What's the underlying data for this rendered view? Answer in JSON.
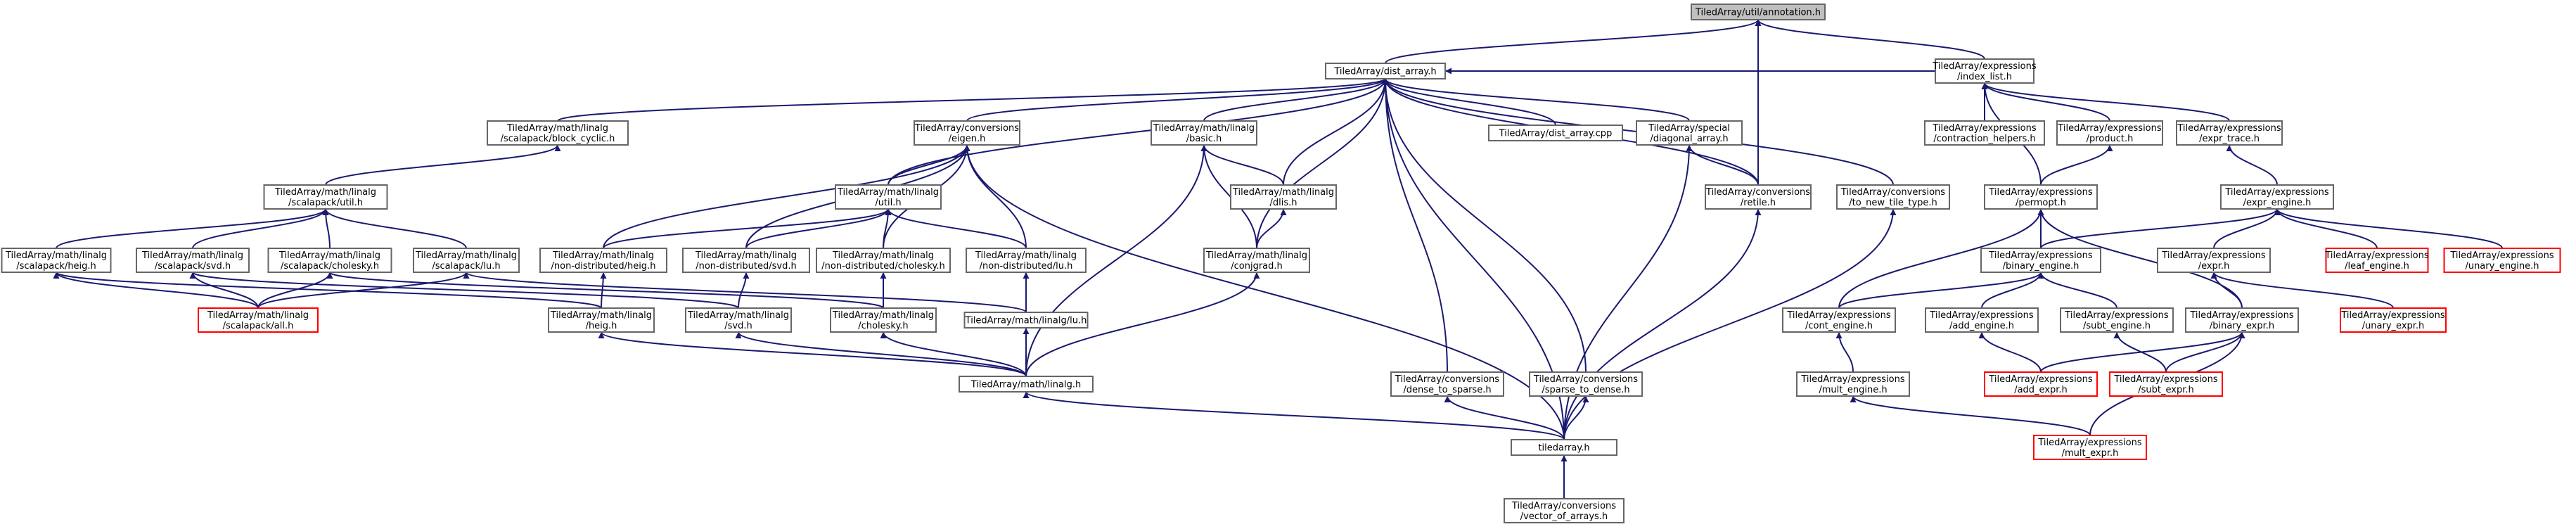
{
  "colors": {
    "edge": "#191970",
    "node_border": "#666666",
    "node_border_truncated": "#ff0000",
    "root_fill": "#bfbfbf",
    "node_fill": "#ffffff"
  },
  "nodes": [
    {
      "id": "root",
      "lines": [
        "TiledArray/util/annotation.h"
      ],
      "root": true
    },
    {
      "id": "dist_array",
      "lines": [
        "TiledArray/dist_array.h"
      ]
    },
    {
      "id": "index_list",
      "lines": [
        "TiledArray/expressions",
        "/index_list.h"
      ]
    },
    {
      "id": "block_cyclic",
      "lines": [
        "TiledArray/math/linalg",
        "/scalapack/block_cyclic.h"
      ]
    },
    {
      "id": "conv_eigen",
      "lines": [
        "TiledArray/conversions",
        "/eigen.h"
      ]
    },
    {
      "id": "basic",
      "lines": [
        "TiledArray/math/linalg",
        "/basic.h"
      ]
    },
    {
      "id": "dist_array_cpp",
      "lines": [
        "TiledArray/dist_array.cpp"
      ]
    },
    {
      "id": "diagonal_array",
      "lines": [
        "TiledArray/special",
        "/diagonal_array.h"
      ]
    },
    {
      "id": "contraction_helpers",
      "lines": [
        "TiledArray/expressions",
        "/contraction_helpers.h"
      ]
    },
    {
      "id": "product",
      "lines": [
        "TiledArray/expressions",
        "/product.h"
      ]
    },
    {
      "id": "expr_trace",
      "lines": [
        "TiledArray/expressions",
        "/expr_trace.h"
      ]
    },
    {
      "id": "sp_util",
      "lines": [
        "TiledArray/math/linalg",
        "/scalapack/util.h"
      ]
    },
    {
      "id": "linalg_util",
      "lines": [
        "TiledArray/math/linalg",
        "/util.h"
      ]
    },
    {
      "id": "dlis",
      "lines": [
        "TiledArray/math/linalg",
        "/dlis.h"
      ]
    },
    {
      "id": "retile",
      "lines": [
        "TiledArray/conversions",
        "/retile.h"
      ]
    },
    {
      "id": "to_new_tile_type",
      "lines": [
        "TiledArray/conversions",
        "/to_new_tile_type.h"
      ]
    },
    {
      "id": "permopt",
      "lines": [
        "TiledArray/expressions",
        "/permopt.h"
      ]
    },
    {
      "id": "expr_engine",
      "lines": [
        "TiledArray/expressions",
        "/expr_engine.h"
      ]
    },
    {
      "id": "sp_heig",
      "lines": [
        "TiledArray/math/linalg",
        "/scalapack/heig.h"
      ]
    },
    {
      "id": "sp_svd",
      "lines": [
        "TiledArray/math/linalg",
        "/scalapack/svd.h"
      ]
    },
    {
      "id": "sp_cholesky",
      "lines": [
        "TiledArray/math/linalg",
        "/scalapack/cholesky.h"
      ]
    },
    {
      "id": "sp_lu",
      "lines": [
        "TiledArray/math/linalg",
        "/scalapack/lu.h"
      ]
    },
    {
      "id": "nd_heig",
      "lines": [
        "TiledArray/math/linalg",
        "/non-distributed/heig.h"
      ]
    },
    {
      "id": "nd_svd",
      "lines": [
        "TiledArray/math/linalg",
        "/non-distributed/svd.h"
      ]
    },
    {
      "id": "nd_cholesky",
      "lines": [
        "TiledArray/math/linalg",
        "/non-distributed/cholesky.h"
      ]
    },
    {
      "id": "nd_lu",
      "lines": [
        "TiledArray/math/linalg",
        "/non-distributed/lu.h"
      ]
    },
    {
      "id": "conjgrad",
      "lines": [
        "TiledArray/math/linalg",
        "/conjgrad.h"
      ]
    },
    {
      "id": "binary_engine",
      "lines": [
        "TiledArray/expressions",
        "/binary_engine.h"
      ]
    },
    {
      "id": "expr",
      "lines": [
        "TiledArray/expressions",
        "/expr.h"
      ]
    },
    {
      "id": "leaf_engine",
      "lines": [
        "TiledArray/expressions",
        "/leaf_engine.h"
      ],
      "truncated": true
    },
    {
      "id": "unary_engine",
      "lines": [
        "TiledArray/expressions",
        "/unary_engine.h"
      ],
      "truncated": true
    },
    {
      "id": "sp_all",
      "lines": [
        "TiledArray/math/linalg",
        "/scalapack/all.h"
      ],
      "truncated": true
    },
    {
      "id": "heig",
      "lines": [
        "TiledArray/math/linalg",
        "/heig.h"
      ]
    },
    {
      "id": "svd",
      "lines": [
        "TiledArray/math/linalg",
        "/svd.h"
      ]
    },
    {
      "id": "cholesky",
      "lines": [
        "TiledArray/math/linalg",
        "/cholesky.h"
      ]
    },
    {
      "id": "lu",
      "lines": [
        "TiledArray/math/linalg/lu.h"
      ]
    },
    {
      "id": "cont_engine",
      "lines": [
        "TiledArray/expressions",
        "/cont_engine.h"
      ]
    },
    {
      "id": "add_engine",
      "lines": [
        "TiledArray/expressions",
        "/add_engine.h"
      ]
    },
    {
      "id": "subt_engine",
      "lines": [
        "TiledArray/expressions",
        "/subt_engine.h"
      ]
    },
    {
      "id": "binary_expr",
      "lines": [
        "TiledArray/expressions",
        "/binary_expr.h"
      ]
    },
    {
      "id": "unary_expr",
      "lines": [
        "TiledArray/expressions",
        "/unary_expr.h"
      ],
      "truncated": true
    },
    {
      "id": "linalg",
      "lines": [
        "TiledArray/math/linalg.h"
      ]
    },
    {
      "id": "dense_to_sparse",
      "lines": [
        "TiledArray/conversions",
        "/dense_to_sparse.h"
      ]
    },
    {
      "id": "sparse_to_dense",
      "lines": [
        "TiledArray/conversions",
        "/sparse_to_dense.h"
      ]
    },
    {
      "id": "mult_engine",
      "lines": [
        "TiledArray/expressions",
        "/mult_engine.h"
      ]
    },
    {
      "id": "add_expr",
      "lines": [
        "TiledArray/expressions",
        "/add_expr.h"
      ],
      "truncated": true
    },
    {
      "id": "subt_expr",
      "lines": [
        "TiledArray/expressions",
        "/subt_expr.h"
      ],
      "truncated": true
    },
    {
      "id": "tiledarray",
      "lines": [
        "tiledarray.h"
      ]
    },
    {
      "id": "mult_expr",
      "lines": [
        "TiledArray/expressions",
        "/mult_expr.h"
      ],
      "truncated": true
    },
    {
      "id": "vector_of_arrays",
      "lines": [
        "TiledArray/conversions",
        "/vector_of_arrays.h"
      ]
    }
  ],
  "edges": [
    [
      "dist_array",
      "root"
    ],
    [
      "retile",
      "root"
    ],
    [
      "index_list",
      "root"
    ],
    [
      "block_cyclic",
      "dist_array"
    ],
    [
      "conv_eigen",
      "dist_array"
    ],
    [
      "basic",
      "dist_array"
    ],
    [
      "dist_array_cpp",
      "dist_array"
    ],
    [
      "diagonal_array",
      "dist_array"
    ],
    [
      "retile",
      "dist_array"
    ],
    [
      "to_new_tile_type",
      "dist_array"
    ],
    [
      "linalg_util",
      "dist_array"
    ],
    [
      "dlis",
      "dist_array"
    ],
    [
      "conjgrad",
      "dist_array"
    ],
    [
      "dense_to_sparse",
      "dist_array"
    ],
    [
      "sparse_to_dense",
      "dist_array"
    ],
    [
      "tiledarray",
      "dist_array"
    ],
    [
      "index_list",
      "dist_array"
    ],
    [
      "contraction_helpers",
      "index_list"
    ],
    [
      "product",
      "index_list"
    ],
    [
      "expr_trace",
      "index_list"
    ],
    [
      "permopt",
      "index_list"
    ],
    [
      "sp_util",
      "block_cyclic"
    ],
    [
      "sp_heig",
      "sp_util"
    ],
    [
      "sp_svd",
      "sp_util"
    ],
    [
      "sp_cholesky",
      "sp_util"
    ],
    [
      "sp_lu",
      "sp_util"
    ],
    [
      "nd_heig",
      "conv_eigen"
    ],
    [
      "nd_svd",
      "conv_eigen"
    ],
    [
      "nd_cholesky",
      "conv_eigen"
    ],
    [
      "nd_lu",
      "conv_eigen"
    ],
    [
      "linalg_util",
      "conv_eigen"
    ],
    [
      "tiledarray",
      "conv_eigen"
    ],
    [
      "dlis",
      "basic"
    ],
    [
      "conjgrad",
      "basic"
    ],
    [
      "linalg",
      "basic"
    ],
    [
      "retile",
      "diagonal_array"
    ],
    [
      "tiledarray",
      "diagonal_array"
    ],
    [
      "nd_heig",
      "linalg_util"
    ],
    [
      "nd_svd",
      "linalg_util"
    ],
    [
      "nd_cholesky",
      "linalg_util"
    ],
    [
      "nd_lu",
      "linalg_util"
    ],
    [
      "conjgrad",
      "dlis"
    ],
    [
      "tiledarray",
      "retile"
    ],
    [
      "tiledarray",
      "to_new_tile_type"
    ],
    [
      "permopt",
      "product"
    ],
    [
      "expr_engine",
      "expr_trace"
    ],
    [
      "binary_engine",
      "permopt"
    ],
    [
      "cont_engine",
      "permopt"
    ],
    [
      "binary_expr",
      "permopt"
    ],
    [
      "binary_engine",
      "expr_engine"
    ],
    [
      "expr",
      "expr_engine"
    ],
    [
      "leaf_engine",
      "expr_engine"
    ],
    [
      "unary_engine",
      "expr_engine"
    ],
    [
      "sp_all",
      "sp_heig"
    ],
    [
      "sp_all",
      "sp_svd"
    ],
    [
      "sp_all",
      "sp_cholesky"
    ],
    [
      "sp_all",
      "sp_lu"
    ],
    [
      "heig",
      "sp_heig"
    ],
    [
      "svd",
      "sp_svd"
    ],
    [
      "cholesky",
      "sp_cholesky"
    ],
    [
      "lu",
      "sp_lu"
    ],
    [
      "heig",
      "nd_heig"
    ],
    [
      "svd",
      "nd_svd"
    ],
    [
      "cholesky",
      "nd_cholesky"
    ],
    [
      "lu",
      "nd_lu"
    ],
    [
      "linalg",
      "conjgrad"
    ],
    [
      "cont_engine",
      "binary_engine"
    ],
    [
      "add_engine",
      "binary_engine"
    ],
    [
      "subt_engine",
      "binary_engine"
    ],
    [
      "binary_expr",
      "expr"
    ],
    [
      "unary_expr",
      "expr"
    ],
    [
      "linalg",
      "heig"
    ],
    [
      "linalg",
      "svd"
    ],
    [
      "linalg",
      "cholesky"
    ],
    [
      "linalg",
      "lu"
    ],
    [
      "mult_engine",
      "cont_engine"
    ],
    [
      "add_expr",
      "add_engine"
    ],
    [
      "subt_expr",
      "subt_engine"
    ],
    [
      "add_expr",
      "binary_expr"
    ],
    [
      "subt_expr",
      "binary_expr"
    ],
    [
      "mult_expr",
      "binary_expr"
    ],
    [
      "tiledarray",
      "linalg"
    ],
    [
      "tiledarray",
      "dense_to_sparse"
    ],
    [
      "tiledarray",
      "sparse_to_dense"
    ],
    [
      "mult_expr",
      "mult_engine"
    ],
    [
      "vector_of_arrays",
      "tiledarray"
    ]
  ]
}
